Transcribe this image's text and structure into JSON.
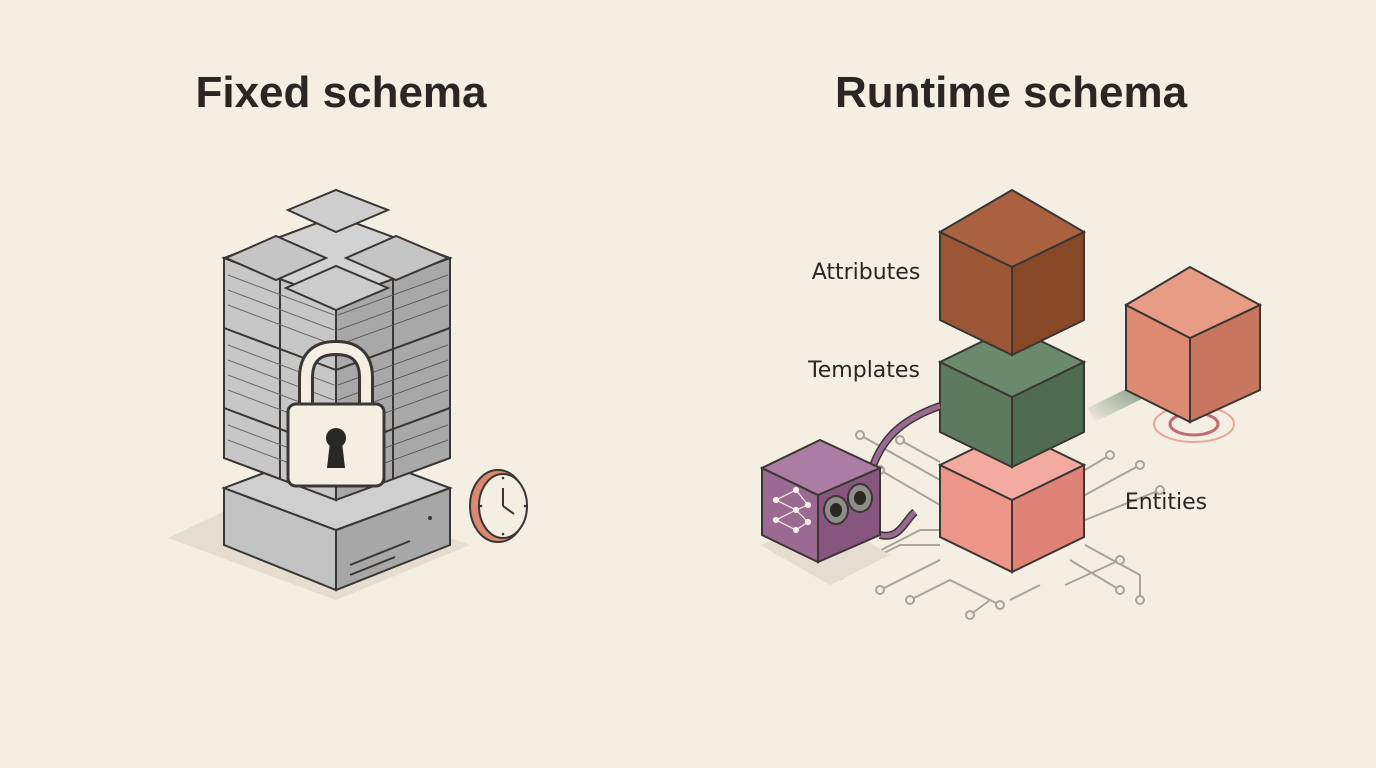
{
  "left_panel": {
    "title": "Fixed schema",
    "icons": [
      "database-blocks-icon",
      "padlock-icon",
      "clock-icon"
    ]
  },
  "right_panel": {
    "title": "Runtime schema",
    "labels": {
      "attributes": "Attributes",
      "templates": "Templates",
      "entities": "Entities"
    },
    "icons": [
      "attributes-cube-icon",
      "templates-cube-icon",
      "entities-cube-icon",
      "output-cube-icon",
      "ai-robot-icon",
      "circuit-icon",
      "arrow-icon"
    ]
  },
  "colors": {
    "background": "#f5eee3",
    "outline": "#3a3633",
    "grey_light": "#c9c8c8",
    "grey_mid": "#b3b2b2",
    "grey_dark": "#9c9b9b",
    "attributes_cube": "#9b5636",
    "templates_cube": "#5d7a5f",
    "entities_cube": "#ee958a",
    "output_cube": "#dd8a72",
    "robot": "#9a6a93",
    "arrow": "#6c8a70",
    "clock": "#d98872"
  }
}
